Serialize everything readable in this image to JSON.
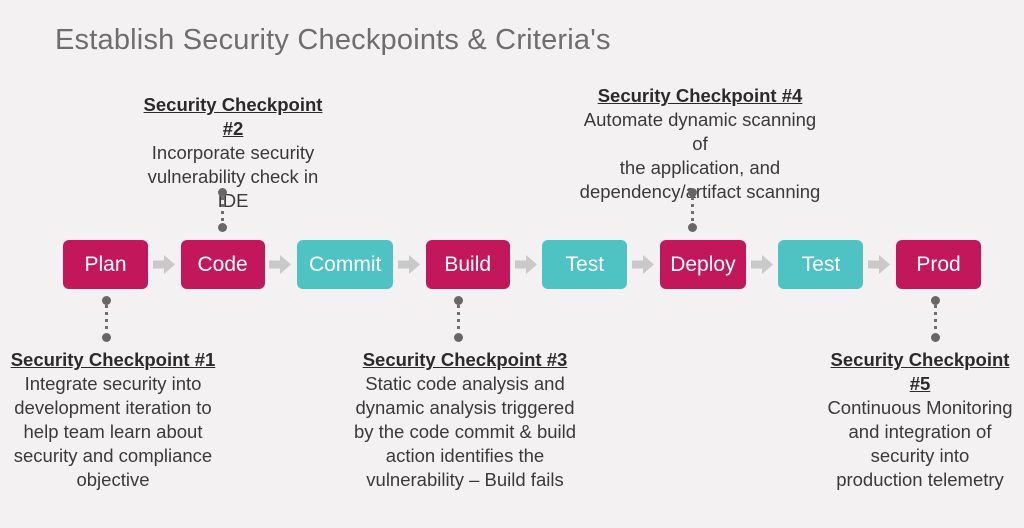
{
  "page": {
    "title": "Establish Security Checkpoints & Criteria's"
  },
  "colors": {
    "background": "#f3f1f1",
    "crimson": "#c2185b",
    "teal": "#4fc3c3",
    "arrow": "#c9c9c9",
    "title_gray": "#6e6e6e",
    "text_dark": "#3a3a3a",
    "connector_gray": "#6f6f6f"
  },
  "pipeline": {
    "stages": [
      {
        "label": "Plan",
        "color": "#c2185b"
      },
      {
        "label": "Code",
        "color": "#c2185b"
      },
      {
        "label": "Commit",
        "color": "#4fc3c3"
      },
      {
        "label": "Build",
        "color": "#c2185b"
      },
      {
        "label": "Test",
        "color": "#4fc3c3"
      },
      {
        "label": "Deploy",
        "color": "#c2185b"
      },
      {
        "label": "Test",
        "color": "#4fc3c3"
      },
      {
        "label": "Prod",
        "color": "#c2185b"
      }
    ]
  },
  "checkpoints": [
    {
      "title": "Security Checkpoint #1",
      "body": "Integrate security into\ndevelopment iteration to\nhelp team learn about\nsecurity and compliance\nobjective"
    },
    {
      "title": "Security Checkpoint\n#2",
      "body": "Incorporate security\nvulnerability check in\nIDE"
    },
    {
      "title": "Security Checkpoint #3",
      "body": "Static code analysis and\ndynamic analysis triggered\nby the code commit & build\naction identifies the\nvulnerability – Build fails"
    },
    {
      "title": "Security Checkpoint #4",
      "body": "Automate dynamic scanning\nof\nthe application, and\ndependency/artifact scanning"
    },
    {
      "title": "Security Checkpoint\n#5",
      "body": "Continuous Monitoring\nand integration of\nsecurity into\nproduction telemetry"
    }
  ]
}
